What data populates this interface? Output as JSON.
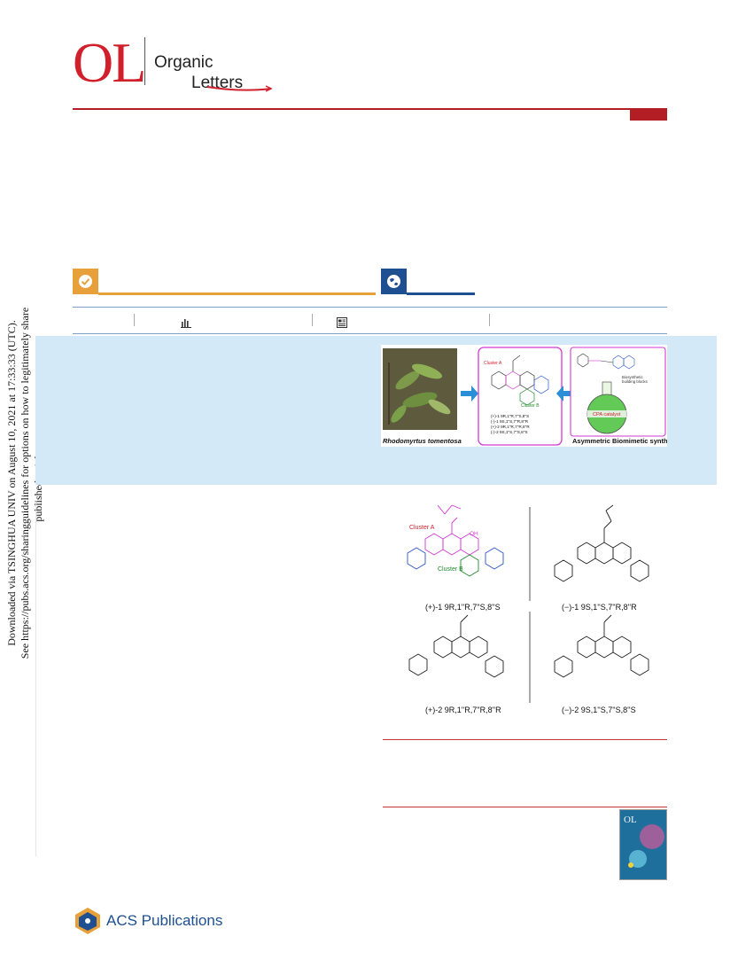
{
  "journal": {
    "logo_mark": "OL",
    "name_line1": "Organic",
    "name_line2": "Letters"
  },
  "sidebar": {
    "line1": "Downloaded via TSINGHUA UNIV on August 10, 2021 at 17:33:33 (UTC).",
    "line2": "See https://pubs.acs.org/sharingguidelines for options on how to legitimately share published articles."
  },
  "graphical_abstract": {
    "plant_label": "Rhodomyrtus tomentosa",
    "synthesis_label": "Asymmetric Biomimetic synthesis",
    "cluster_a": "Cluster A",
    "cluster_b": "Cluster B",
    "building_blocks_line1": "Biosynthetic",
    "building_blocks_line2": "building blocks",
    "catalyst": "CPA catalyst",
    "isomers": [
      "(+)-1  9R,1''R,7''S,8''S",
      "(-)-1  9S,1''S,7''R,8''R",
      "(+)-2  9R,1''R,7''R,8''R",
      "(-)-2  9S,1''S,7''S,8''S"
    ]
  },
  "figure": {
    "cluster_a": "Cluster A",
    "cluster_b": "Cluster B",
    "captions": [
      "(+)-1   9R,1''R,7''S,8''S",
      "(−)-1   9S,1''S,7''R,8''R",
      "(+)-2   9R,1''R,7''R,8''R",
      "(−)-2   9S,1''S,7''S,8''S"
    ]
  },
  "publisher": {
    "name": "ACS Publications"
  },
  "colors": {
    "journal_red": "#d11f2b",
    "rule_red": "#b21e24",
    "access_orange": "#e8a13a",
    "oa_blue": "#1d4f91",
    "abstract_band": "#d3e9f8"
  }
}
